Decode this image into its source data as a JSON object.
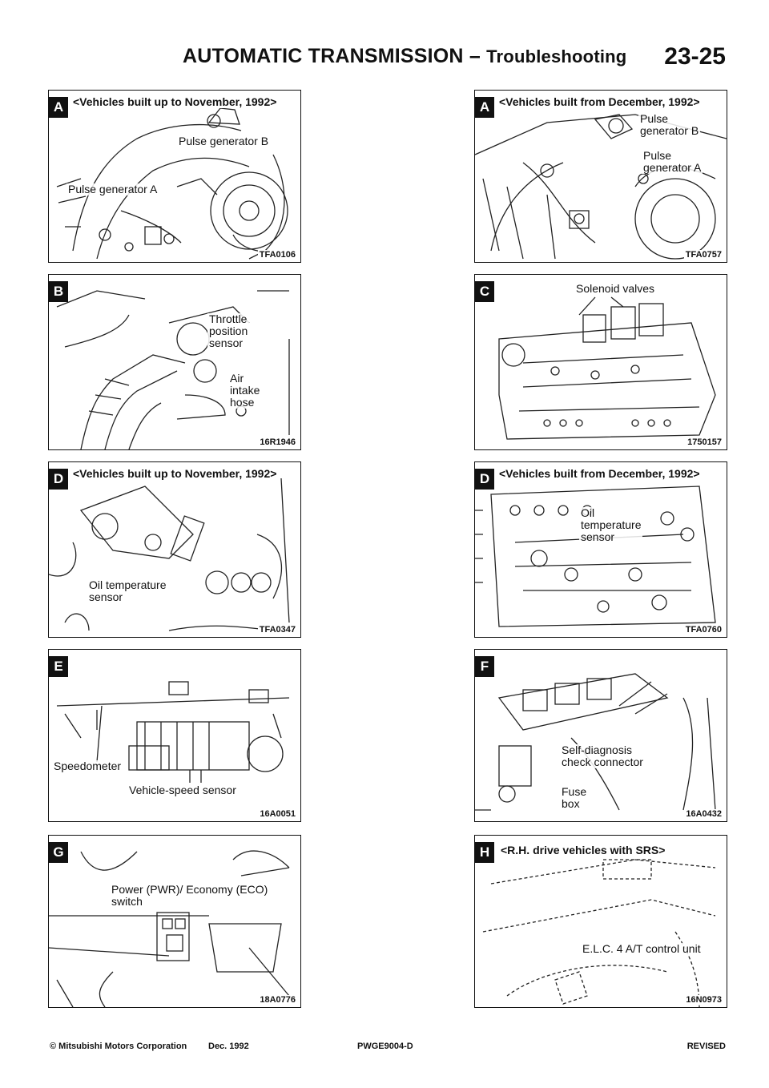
{
  "header": {
    "title": "AUTOMATIC TRANSMISSION",
    "dash": "–",
    "subtitle": "Troubleshooting",
    "page_number": "23-25"
  },
  "panels": {
    "A1": {
      "badge": "A",
      "caption": "<Vehicles built up to November, 1992>",
      "label_pulse_b": "Pulse generator B",
      "label_pulse_a": "Pulse generator A",
      "code": "TFA0106"
    },
    "A2": {
      "badge": "A",
      "caption": "<Vehicles built from December, 1992>",
      "label_pulse_b": "Pulse\ngenerator B",
      "label_pulse_a": "Pulse\ngenerator A",
      "code": "TFA0757"
    },
    "B": {
      "badge": "B",
      "label_throttle": "Throttle\nposition\nsensor",
      "label_air": "Air\nintake\nhose",
      "code": "16R1946"
    },
    "C": {
      "badge": "C",
      "label_solenoid": "Solenoid valves",
      "code": "1750157"
    },
    "D1": {
      "badge": "D",
      "caption": "<Vehicles built up to November, 1992>",
      "label_oil": "Oil temperature\nsensor",
      "code": "TFA0347"
    },
    "D2": {
      "badge": "D",
      "caption": "<Vehicles built from December, 1992>",
      "label_oil": "Oil\ntemperature\nsensor",
      "code": "TFA0760"
    },
    "E": {
      "badge": "E",
      "label_speedometer": "Speedometer",
      "label_vss": "Vehicle-speed sensor",
      "code": "16A0051"
    },
    "F": {
      "badge": "F",
      "label_selfdiag": "Self-diagnosis\ncheck connector",
      "label_fuse": "Fuse\nbox",
      "code": "16A0432"
    },
    "G": {
      "badge": "G",
      "label_switch": "Power (PWR)/ Economy (ECO)\nswitch",
      "code": "18A0776"
    },
    "H": {
      "badge": "H",
      "caption": "<R.H. drive vehicles with SRS>",
      "label_elc": "E.L.C. 4 A/T control unit",
      "code": "16N0973"
    }
  },
  "footer": {
    "copyright": "© Mitsubishi Motors Corporation",
    "date": "Dec. 1992",
    "doc_code": "PWGE9004-D",
    "status": "REVISED"
  }
}
